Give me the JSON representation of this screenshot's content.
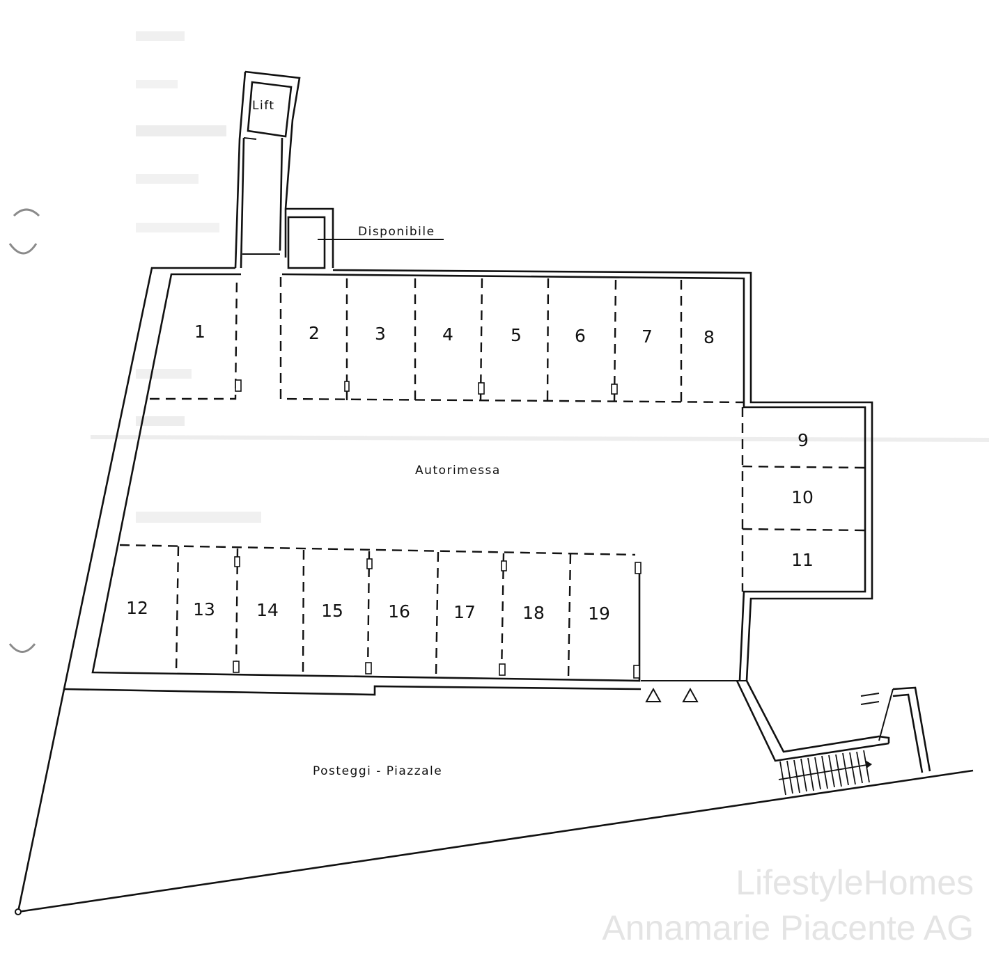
{
  "document": {
    "type": "floor-plan",
    "subject": "Underground garage parking layout"
  },
  "rooms": {
    "lift": "Lift",
    "available": "Disponibile",
    "garage": "Autorimessa",
    "outdoor_parking": "Posteggi - Piazzale"
  },
  "parking_spaces": {
    "top_row": [
      "1",
      "2",
      "3",
      "4",
      "5",
      "6",
      "7",
      "8"
    ],
    "right_block": [
      "9",
      "10",
      "11"
    ],
    "bottom_row": [
      "12",
      "13",
      "14",
      "15",
      "16",
      "17",
      "18",
      "19"
    ]
  },
  "symbols": {
    "entrance_markers": [
      "triangle",
      "triangle"
    ],
    "staircase": "stairs-with-arrow"
  },
  "watermark": {
    "line1": "LifestyleHomes",
    "line2": "Annamarie Piacente AG"
  },
  "colors": {
    "ink": "#111111",
    "paper": "#ffffff",
    "watermark": "#e4e4e4"
  }
}
